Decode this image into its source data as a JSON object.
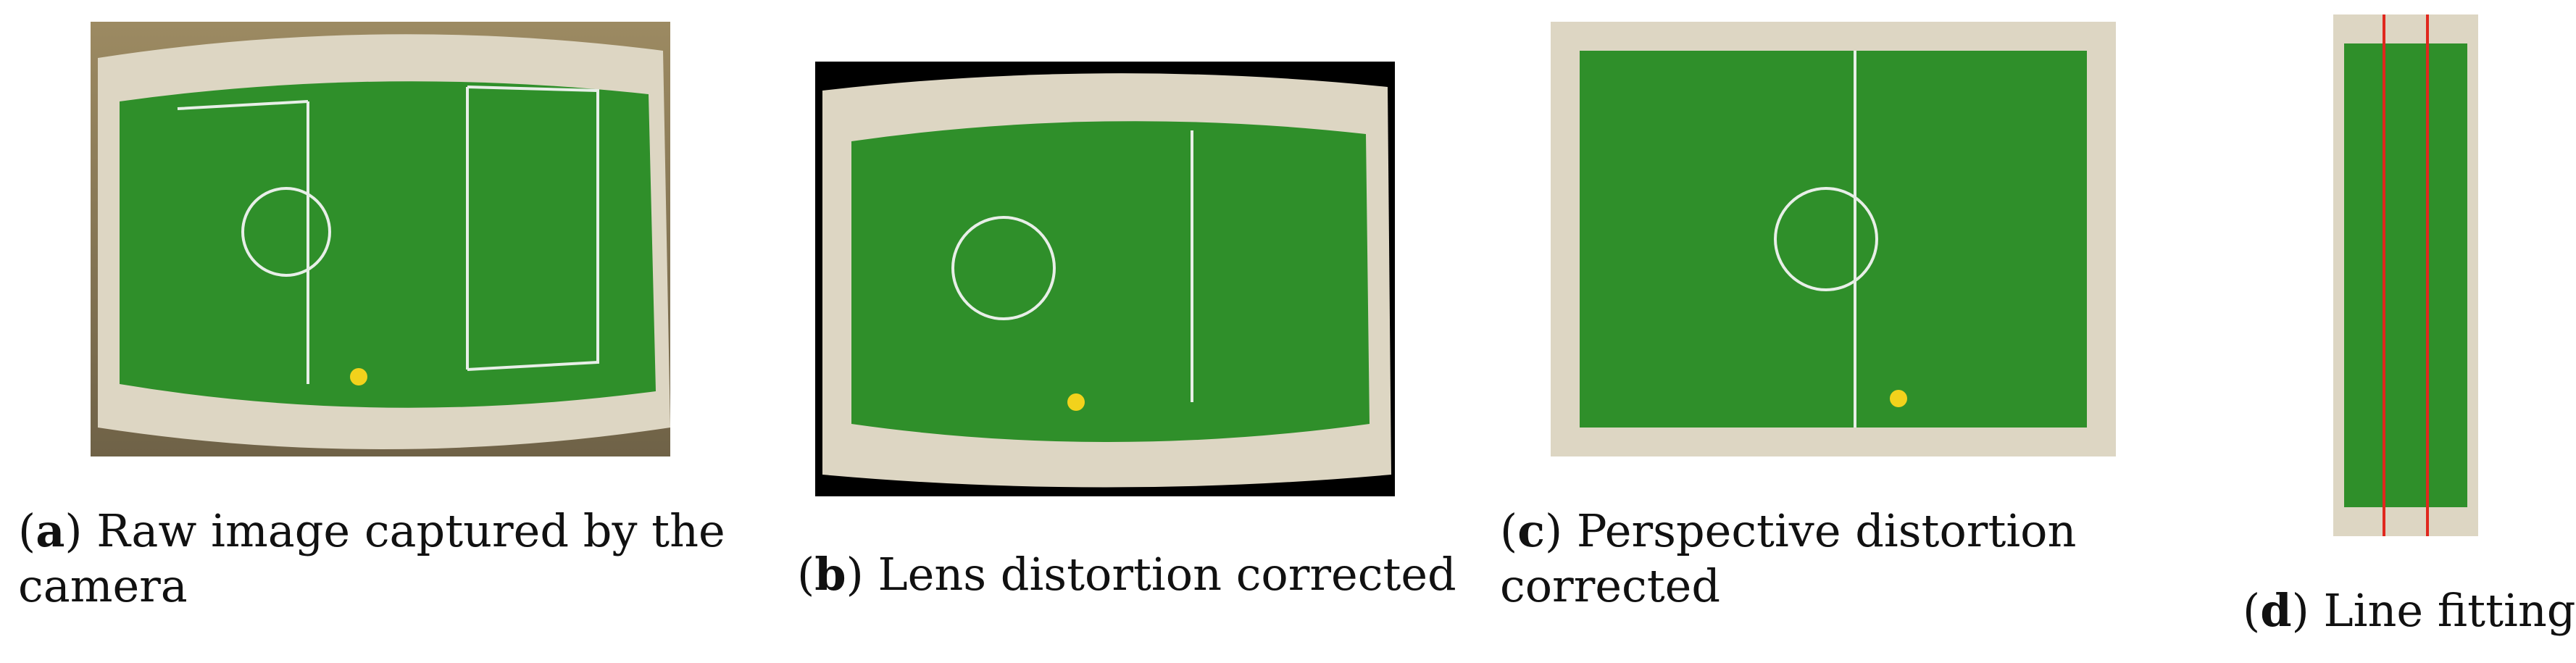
{
  "figure": {
    "panels": [
      {
        "letter": "a",
        "caption_line1": "Raw image captured by the",
        "caption_line2": "camera"
      },
      {
        "letter": "b",
        "caption_line1": "Lens distortion corrected"
      },
      {
        "letter": "c",
        "caption_line1": "Perspective distortion",
        "caption_line2": "corrected"
      },
      {
        "letter": "d",
        "caption_line1": "Line fitting"
      }
    ]
  },
  "colors": {
    "field_green": "#2f8f2a",
    "field_dark": "#1f6b1d",
    "frame_cream": "#d9d3c2",
    "red_player": "#d2431f",
    "blue_player": "#1f4fb8",
    "rod_silver": "#c9ccd1",
    "ball_yellow": "#f2d21c",
    "fit_line_red": "#e0281e"
  }
}
